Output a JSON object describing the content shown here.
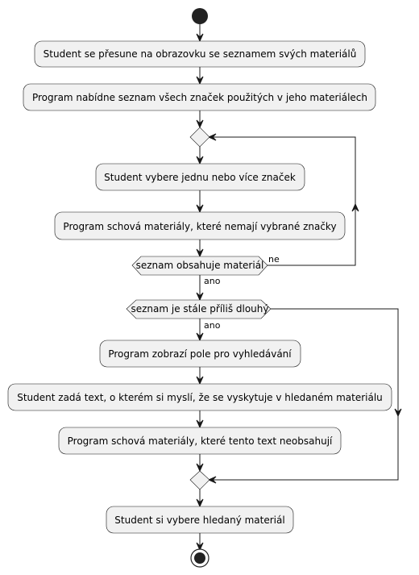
{
  "diagram": {
    "activities": [
      "Student se přesune na obrazovku se seznamem svých materiálů",
      "Program nabídne seznam všech značek použitých v jeho materiálech",
      "Student vybere jednu nebo více značek",
      "Program schová materiály, které nemají vybrané značky",
      "Program zobrazí pole pro vyhledávání",
      "Student zadá text, o kterém si myslí, že se vyskytuje v hledaném materiálu",
      "Program schová materiály, které tento text neobsahují",
      "Student si vybere hledaný materiál"
    ],
    "conditions": {
      "loop": "seznam obsahuje materiál",
      "branch": "seznam je stále příliš dlouhý"
    },
    "edge_labels": {
      "loop_back": "ne",
      "loop_exit": "ano",
      "branch_yes": "ano"
    }
  }
}
